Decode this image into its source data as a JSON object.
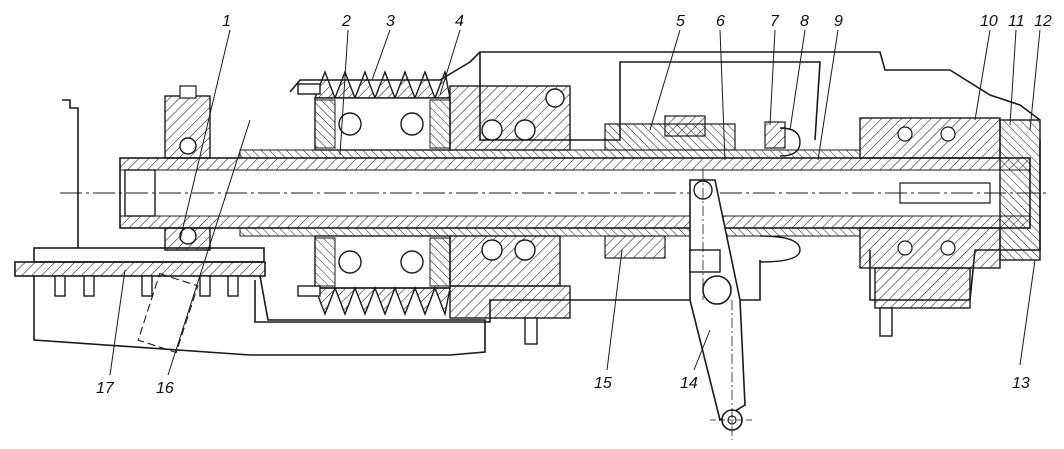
{
  "drawing": {
    "ink": "#1a1a1a",
    "paper": "#ffffff"
  },
  "callouts": {
    "c1": "1",
    "c2": "2",
    "c3": "3",
    "c4": "4",
    "c5": "5",
    "c6": "6",
    "c7": "7",
    "c8": "8",
    "c9": "9",
    "c10": "10",
    "c11": "11",
    "c12": "12",
    "c13": "13",
    "c14": "14",
    "c15": "15",
    "c16": "16",
    "c17": "17"
  }
}
